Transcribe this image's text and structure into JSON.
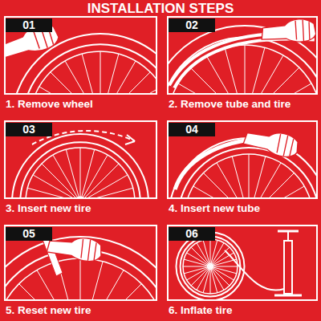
{
  "diagram": {
    "title": "INSTALLATION STEPS",
    "nodes": [
      {
        "text": [
          "01",
          "1. Remove wheel"
        ]
      },
      {
        "text": [
          "02",
          "2. Remove tube and tire"
        ]
      },
      {
        "text": [
          "03",
          "3. Insert new tire"
        ]
      },
      {
        "text": [
          "04",
          "4. Insert new tube"
        ]
      },
      {
        "text": [
          "05",
          "5. Reset new tire"
        ]
      },
      {
        "text": [
          "06",
          "6. Inflate tire"
        ]
      }
    ]
  }
}
